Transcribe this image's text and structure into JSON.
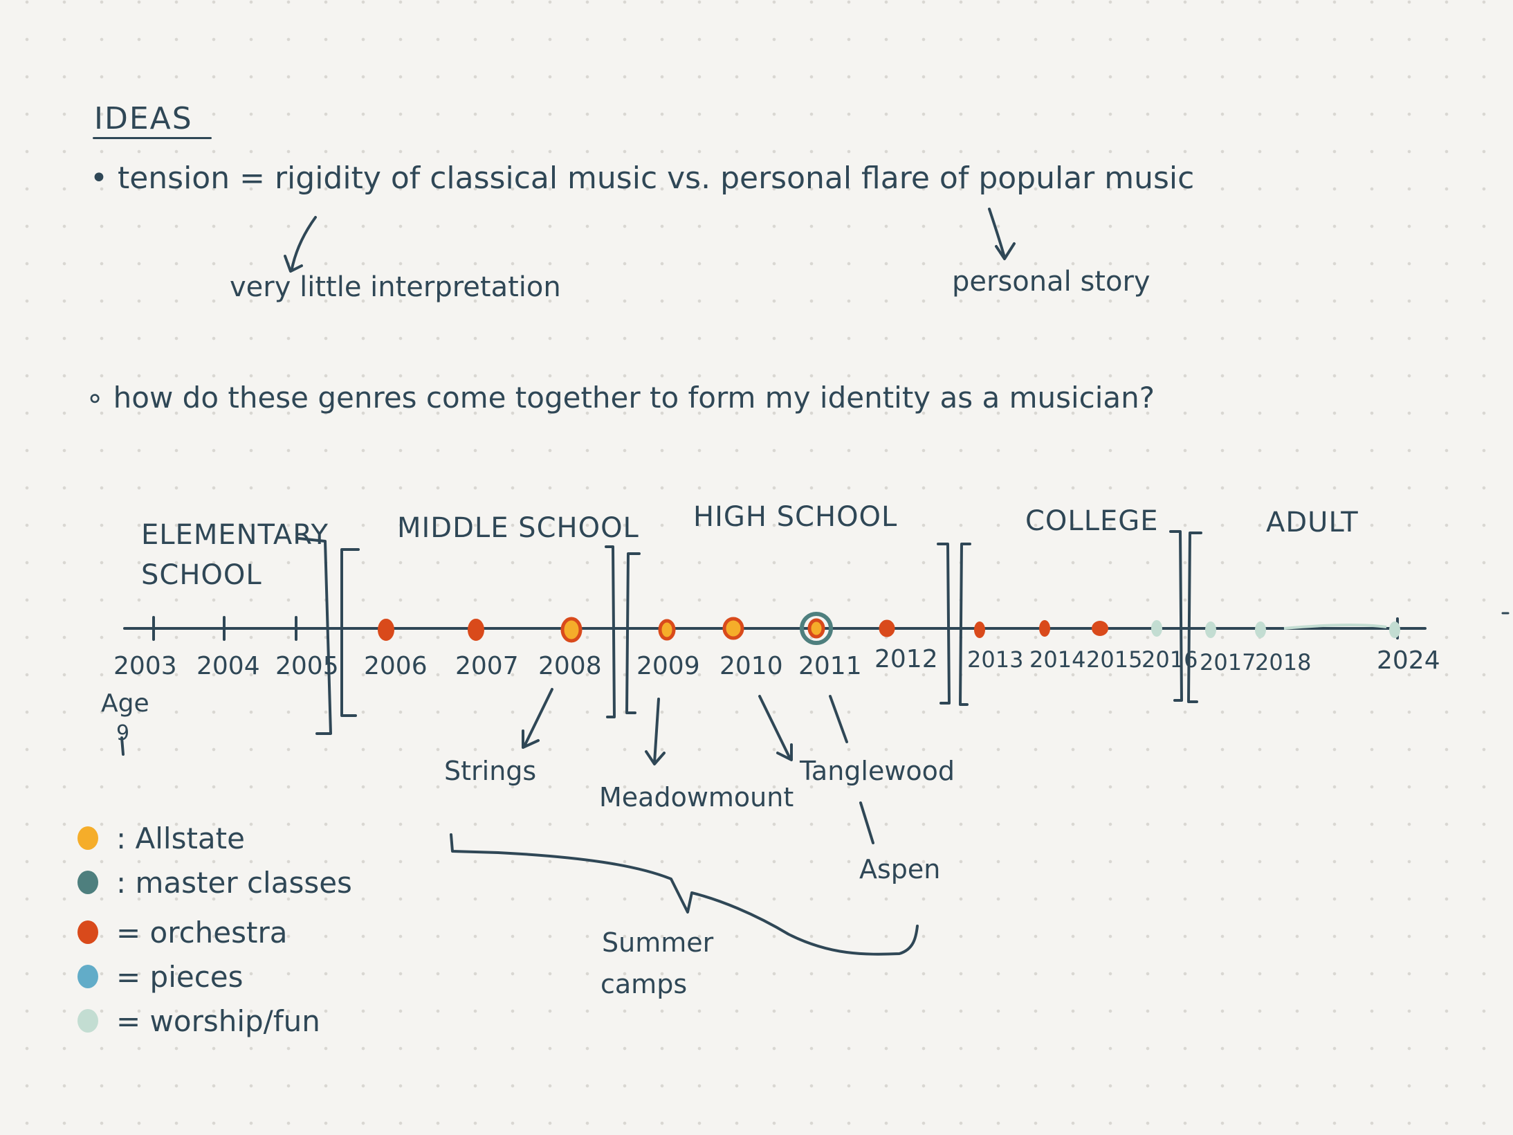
{
  "notes": {
    "title": "IDEAS",
    "tension": "• tension = rigidity of classical music vs. personal flare of popular music",
    "left_note": "very little interpretation",
    "right_note": "personal story",
    "question": "∘ how do these genres come together to form my identity as a musician?"
  },
  "timeline": {
    "phases": [
      "ELEMENTARY SCHOOL",
      "MIDDLE SCHOOL",
      "HIGH SCHOOL",
      "COLLEGE",
      "ADULT"
    ],
    "years": [
      "2003",
      "2004",
      "2005",
      "2006",
      "2007",
      "2008",
      "2009",
      "2010",
      "2011",
      "2012",
      "2013",
      "2014",
      "2015",
      "2016",
      "2017",
      "2018",
      "2024"
    ],
    "age_label": "Age",
    "age_value": "9",
    "events": [
      {
        "year": "2006",
        "kind": "orchestra"
      },
      {
        "year": "2007",
        "kind": "orchestra"
      },
      {
        "year": "2008",
        "kind": "allstate"
      },
      {
        "year": "2009",
        "kind": "allstate"
      },
      {
        "year": "2010",
        "kind": "allstate"
      },
      {
        "year": "2011",
        "kind": "master_classes"
      },
      {
        "year": "2012",
        "kind": "orchestra"
      },
      {
        "year": "2013",
        "kind": "orchestra"
      },
      {
        "year": "2014",
        "kind": "orchestra"
      },
      {
        "year": "2015",
        "kind": "orchestra"
      },
      {
        "year": "2016",
        "kind": "worship_fun"
      },
      {
        "year": "2017",
        "kind": "worship_fun"
      },
      {
        "year": "2018",
        "kind": "worship_fun"
      },
      {
        "year": "2024",
        "kind": "worship_fun"
      }
    ],
    "camps": {
      "strings": "Strings",
      "meadowmount": "Meadowmount",
      "tanglewood": "Tanglewood",
      "aspen": "Aspen",
      "group_label_1": "Summer",
      "group_label_2": "camps"
    }
  },
  "legend": [
    {
      "label": ": Allstate",
      "color": "#f5ad2a"
    },
    {
      "label": ": master classes",
      "color": "#4e7f7e"
    },
    {
      "label": "= orchestra",
      "color": "#d94a1b"
    },
    {
      "label": "= pieces",
      "color": "#62acc8"
    },
    {
      "label": "= worship/fun",
      "color": "#c3ddd2"
    }
  ],
  "colors": {
    "ink": "#2f4756",
    "allstate": "#f5ad2a",
    "master_classes": "#4e7f7e",
    "orchestra": "#d94a1b",
    "pieces": "#62acc8",
    "worship_fun": "#c3ddd2"
  }
}
